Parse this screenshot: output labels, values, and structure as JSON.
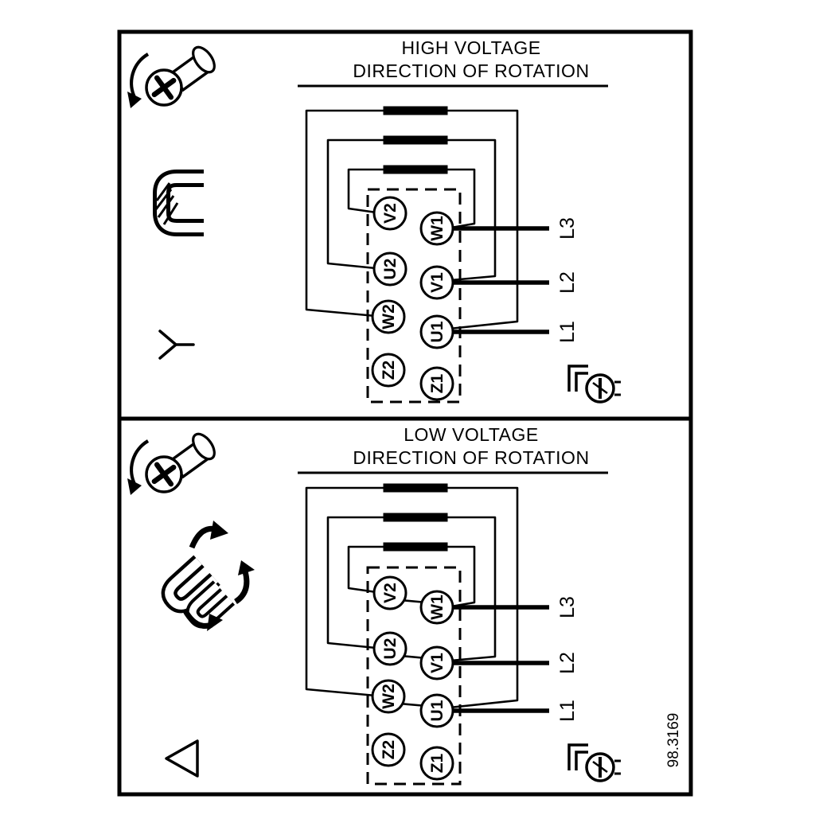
{
  "diagram": {
    "high_voltage": {
      "title": "HIGH VOLTAGE",
      "subtitle": "DIRECTION OF ROTATION",
      "terminals_left": [
        "V2",
        "U2",
        "W2",
        "Z2"
      ],
      "terminals_right": [
        "W1",
        "V1",
        "U1",
        "Z1"
      ],
      "supply_lines": [
        "L3",
        "L2",
        "L1"
      ],
      "connection": "star"
    },
    "low_voltage": {
      "title": "LOW VOLTAGE",
      "subtitle": "DIRECTION OF ROTATION",
      "terminals_left": [
        "V2",
        "U2",
        "W2",
        "Z2"
      ],
      "terminals_right": [
        "W1",
        "V1",
        "U1",
        "Z1"
      ],
      "supply_lines": [
        "L3",
        "L2",
        "L1"
      ],
      "connection": "delta"
    },
    "drawing_number": "98.3169",
    "icons": {
      "screw": "screw-rotation-icon",
      "link": "jumper-link-icon",
      "star": "star-symbol-icon",
      "delta": "delta-symbol-icon",
      "ground": "ground-screw-icon"
    },
    "colors": {
      "ink": "#000000",
      "background": "#ffffff"
    }
  }
}
